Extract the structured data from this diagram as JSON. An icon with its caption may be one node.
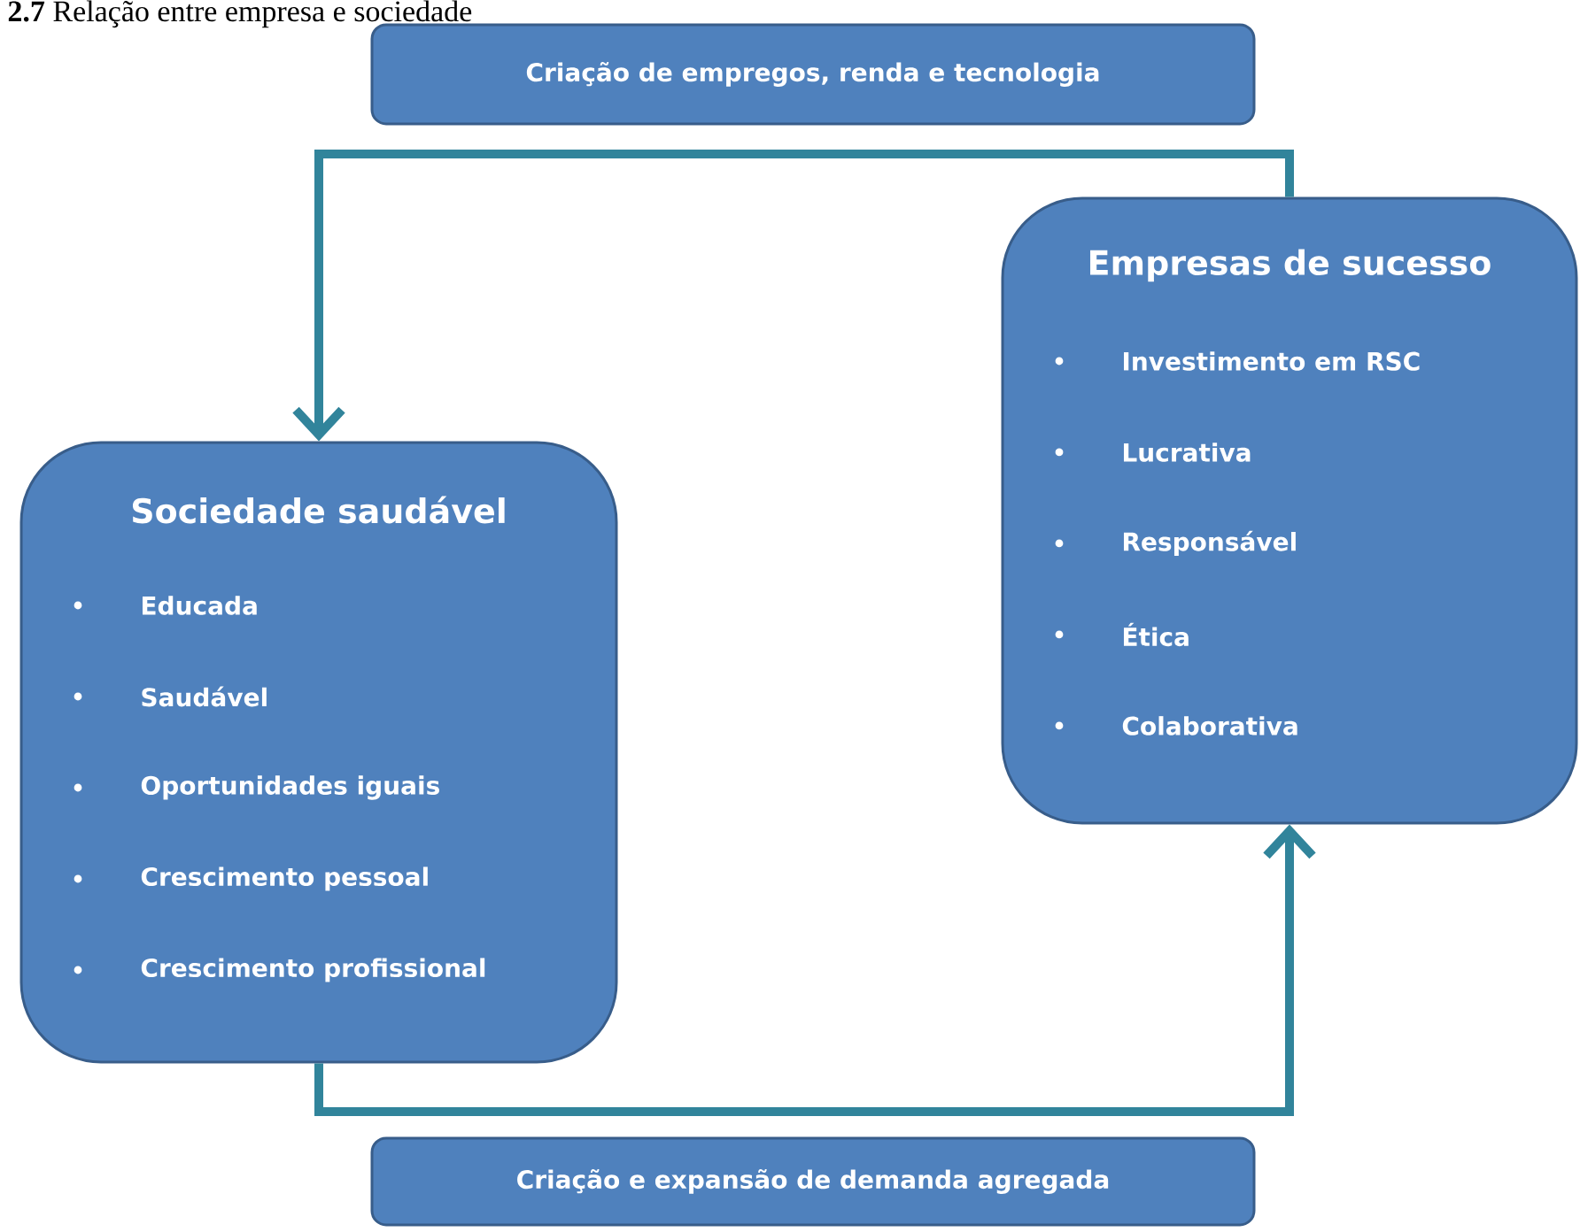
{
  "diagram": {
    "title": "**2.7** Relação entre empresa e sociedade",
    "nodes": [
      {
        "text": [
          "Criação de empregos, renda e tecnologia"
        ]
      },
      {
        "text": [
          "Empresas de sucesso",
          "Investimento em RSC",
          "Lucrativa",
          "Responsável",
          "Ética",
          "Colaborativa"
        ]
      },
      {
        "text": [
          "Sociedade saudável",
          "Educada",
          "Saudável",
          "Oportunidades iguais",
          "Crescimento pessoal",
          "Crescimento profissional"
        ]
      },
      {
        "text": [
          "Criação e expansão de demanda agregada"
        ]
      }
    ],
    "edges": [
      {
        "from": 1,
        "to": 2,
        "arrow": "to"
      },
      {
        "from": 2,
        "to": 1,
        "arrow": "to"
      }
    ]
  }
}
